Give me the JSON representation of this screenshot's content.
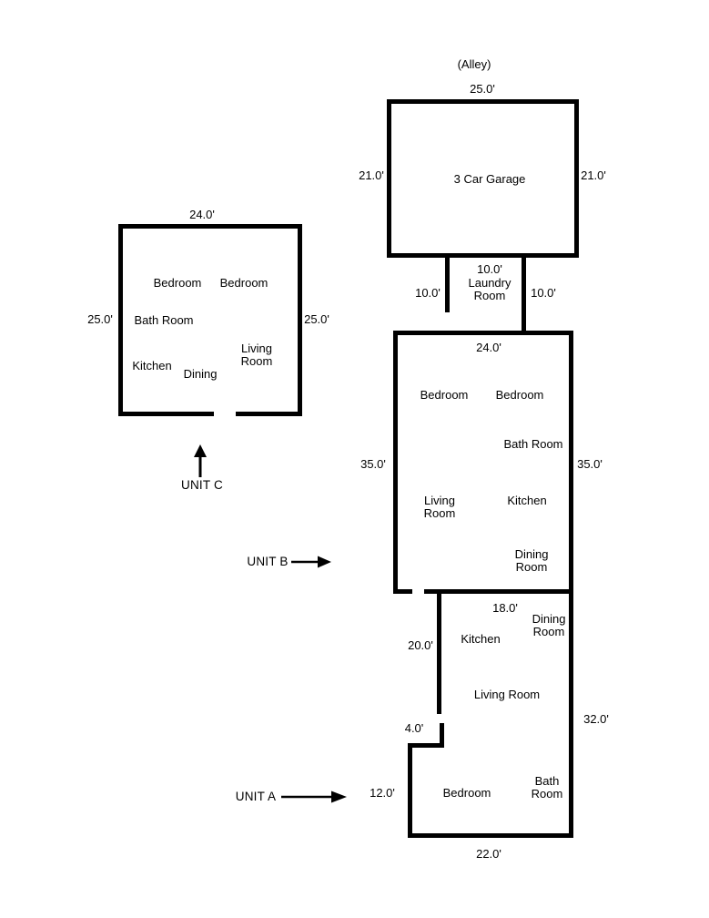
{
  "page": {
    "background": "#ffffff",
    "wall_color": "#000000",
    "text_color": "#000000"
  },
  "labels": {
    "alley": "(Alley)",
    "garage": {
      "name": "3 Car Garage",
      "width_top": "25.0'",
      "height_left": "21.0'",
      "height_right": "21.0'"
    },
    "laundry": {
      "name": [
        "Laundry",
        "Room"
      ],
      "width_top": "10.0'",
      "height_left": "10.0'",
      "height_right": "10.0'"
    },
    "unit_c": {
      "tag": "UNIT C",
      "width_top": "24.0'",
      "height_left": "25.0'",
      "height_right": "25.0'",
      "bedroom_left": "Bedroom",
      "bedroom_right": "Bedroom",
      "bathroom": "Bath Room",
      "living": [
        "Living",
        "Room"
      ],
      "kitchen": "Kitchen",
      "dining": "Dining"
    },
    "unit_b": {
      "tag": "UNIT B",
      "width_top": "24.0'",
      "height_left": "35.0'",
      "height_right": "35.0'",
      "bedroom_left": "Bedroom",
      "bedroom_right": "Bedroom",
      "bathroom": "Bath Room",
      "living": [
        "Living",
        "Room"
      ],
      "kitchen": "Kitchen",
      "dining": [
        "Dining",
        "Room"
      ]
    },
    "unit_a": {
      "tag": "UNIT A",
      "width_top": "18.0'",
      "height_upper_left": "20.0'",
      "jog_width": "4.0'",
      "height_lower_left": "12.0'",
      "height_right": "32.0'",
      "width_bottom": "22.0'",
      "dining": [
        "Dining",
        "Room"
      ],
      "kitchen": "Kitchen",
      "living": "Living Room",
      "bedroom": "Bedroom",
      "bathroom": [
        "Bath",
        "Room"
      ]
    }
  }
}
